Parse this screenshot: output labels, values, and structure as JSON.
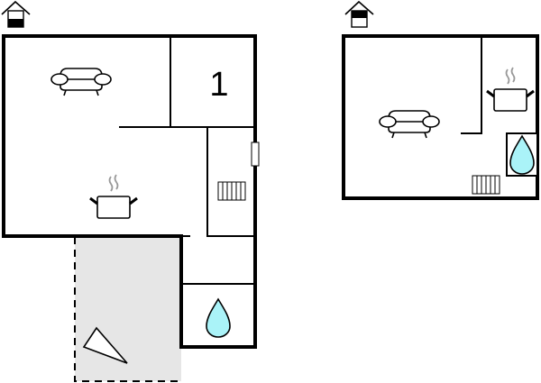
{
  "floors": [
    {
      "label": "ground-floor",
      "rooms": [
        {
          "label": "1"
        }
      ]
    },
    {
      "label": "upper-floor"
    }
  ],
  "colors": {
    "terrace": "#e6e6e6",
    "water": "#aaf3f8",
    "wall": "#000000",
    "steam": "#999999"
  }
}
